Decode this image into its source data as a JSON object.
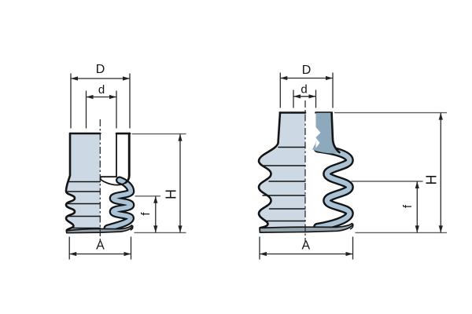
{
  "drawing": {
    "left_cup": {
      "dim_labels": {
        "outer_diameter": "D",
        "connection_diameter": "d",
        "height": "H",
        "stroke": "f",
        "cup_diameter": "A"
      }
    },
    "right_cup": {
      "dim_labels": {
        "outer_diameter": "D",
        "connection_diameter": "d",
        "height": "H",
        "stroke": "f",
        "cup_diameter": "A"
      }
    }
  },
  "colors": {
    "body_fill": "#ccd9e4",
    "section_fill": "#8ea8bc",
    "bellows_wall_fill": "#a9c2d5",
    "lip_fill": "#95a3ad",
    "outline": "#141414",
    "dimension_line": "#2a2a2a",
    "extension_line": "#5c6063",
    "background": "#ffffff"
  }
}
